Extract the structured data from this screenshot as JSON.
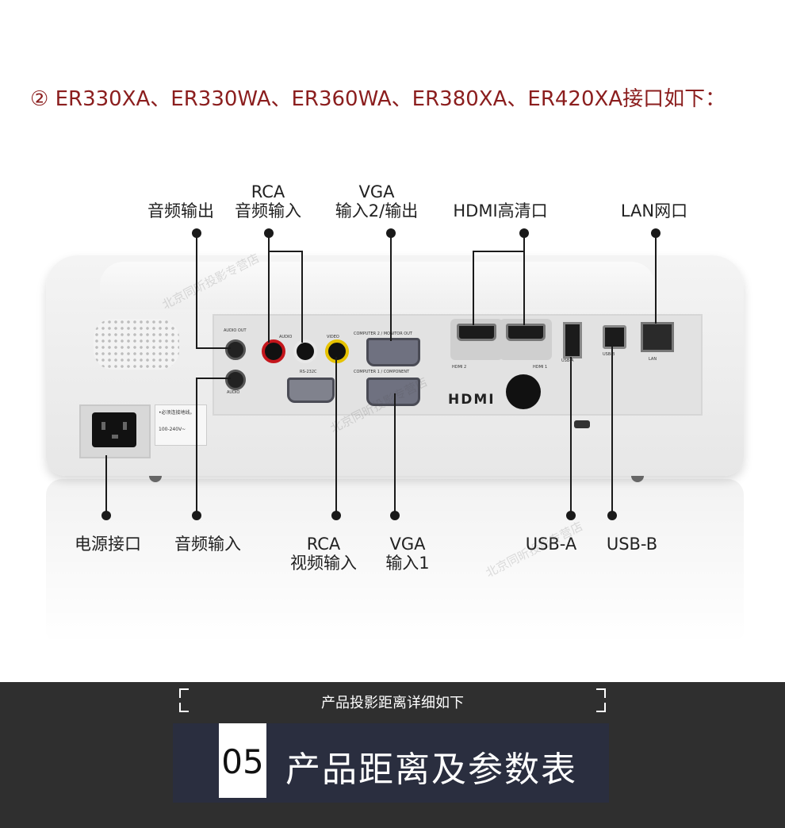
{
  "heading": "② ER330XA、ER330WA、ER360WA、ER380XA、ER420XA接口如下：",
  "top_labels": {
    "audio_out": "音频输出",
    "rca_audio_line1": "RCA",
    "rca_audio_line2": "音频输入",
    "vga_out_line1": "VGA",
    "vga_out_line2": "输入2/输出",
    "hdmi": "HDMI高清口",
    "lan": "LAN网口"
  },
  "bottom_labels": {
    "power": "电源接口",
    "audio_in": "音频输入",
    "rca_video_line1": "RCA",
    "rca_video_line2": "视频输入",
    "vga_in_line1": "VGA",
    "vga_in_line2": "输入1",
    "usb_a": "USB-A",
    "usb_b": "USB-B"
  },
  "device": {
    "hdmi_logo": "HDMI",
    "port_text": {
      "audio_out": "AUDIO OUT",
      "audio": "AUDIO",
      "audio_rca": "AUDIO",
      "video": "VIDEO",
      "computer_monitor": "COMPUTER 2 / MONITOR OUT",
      "computer_component": "COMPUTER 1 / COMPONENT",
      "rs232": "RS-232C",
      "hdmi2": "HDMI 2",
      "hdmi1": "HDMI 1",
      "usba": "USB-A",
      "usbb": "USB-B",
      "lan": "LAN",
      "sticker_line1": "•必须连接地线。",
      "sticker_line2": "100-240V~"
    }
  },
  "watermark": "北京同昕投影专营店",
  "banner": {
    "subtitle": "产品投影距离详细如下",
    "number": "05",
    "title": "产品距离及参数表"
  },
  "colors": {
    "heading": "#8b1e1e",
    "banner_bg": "#2f2f2f",
    "title_box_bg": "#2a2e3f",
    "rca_red": "#c4161c",
    "rca_white": "#e8e8e8",
    "rca_yellow": "#e6c200"
  }
}
